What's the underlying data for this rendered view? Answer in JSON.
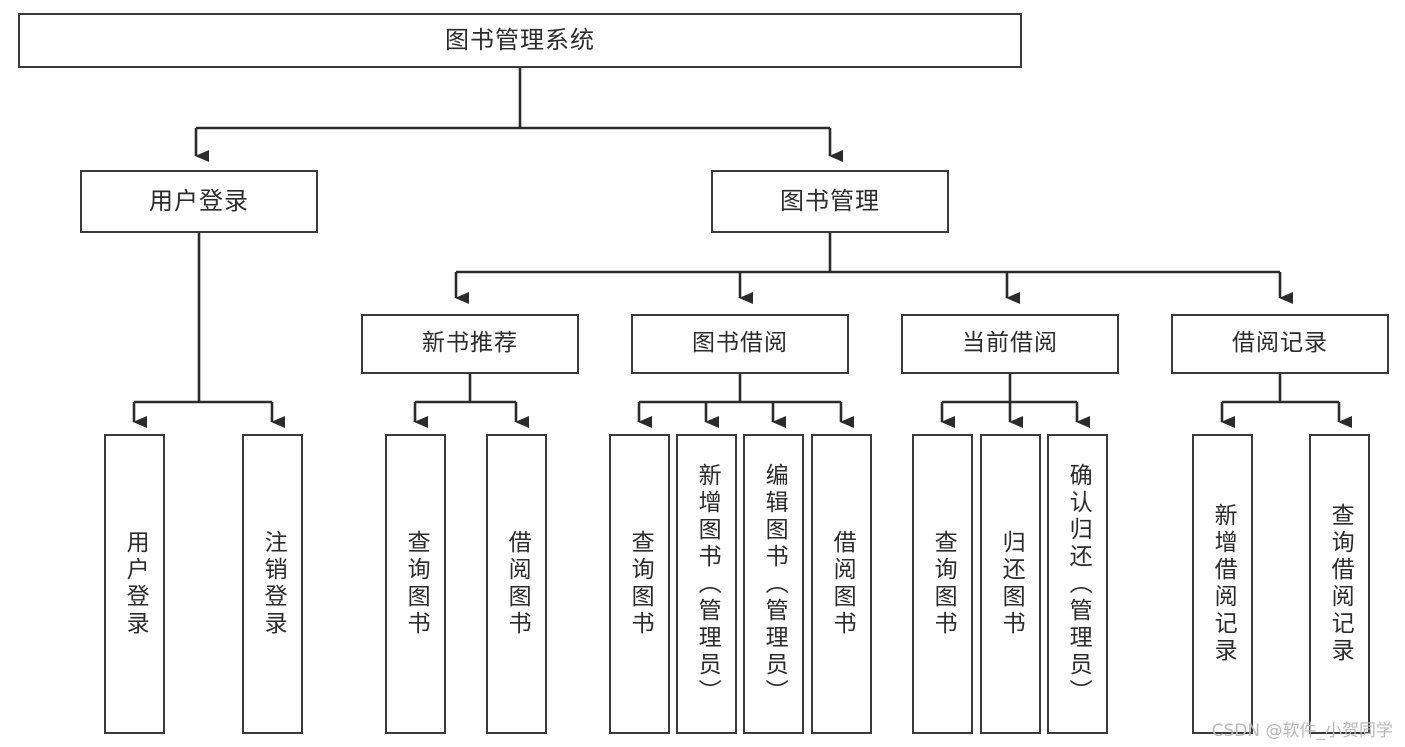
{
  "diagram": {
    "type": "tree-hierarchy",
    "title": "图书管理系统",
    "watermark": "CSDN @软件_小贺同学",
    "colors": {
      "box_border": "#3a3a3a",
      "box_fill": "#ffffff",
      "line": "#2b2b2b",
      "text": "#2b2b2b",
      "watermark": "#b9b9b9",
      "background": "#ffffff"
    },
    "nodes": {
      "root": {
        "label": "图书管理系统"
      },
      "level2": [
        {
          "id": "user-login",
          "label": "用户登录"
        },
        {
          "id": "book-manage",
          "label": "图书管理"
        }
      ],
      "level3": [
        {
          "id": "new-book-recommend",
          "label": "新书推荐"
        },
        {
          "id": "book-borrow",
          "label": "图书借阅"
        },
        {
          "id": "current-borrow",
          "label": "当前借阅"
        },
        {
          "id": "borrow-record",
          "label": "借阅记录"
        }
      ],
      "leaves": {
        "user-login": [
          {
            "id": "leaf-user-login",
            "label": "用户登录"
          },
          {
            "id": "leaf-logout-login",
            "label": "注销登录"
          }
        ],
        "new-book-recommend": [
          {
            "id": "leaf-query-book-1",
            "label": "查询图书"
          },
          {
            "id": "leaf-borrow-book-1",
            "label": "借阅图书"
          }
        ],
        "book-borrow": [
          {
            "id": "leaf-query-book-2",
            "label": "查询图书"
          },
          {
            "id": "leaf-add-book",
            "label": "新增图书（管理员）"
          },
          {
            "id": "leaf-edit-book",
            "label": "编辑图书（管理员）"
          },
          {
            "id": "leaf-borrow-book-2",
            "label": "借阅图书"
          }
        ],
        "current-borrow": [
          {
            "id": "leaf-query-book-3",
            "label": "查询图书"
          },
          {
            "id": "leaf-return-book",
            "label": "归还图书"
          },
          {
            "id": "leaf-confirm-return",
            "label": "确认归还（管理员）"
          }
        ],
        "borrow-record": [
          {
            "id": "leaf-add-record",
            "label": "新增借阅记录"
          },
          {
            "id": "leaf-query-record",
            "label": "查询借阅记录"
          }
        ]
      }
    }
  }
}
